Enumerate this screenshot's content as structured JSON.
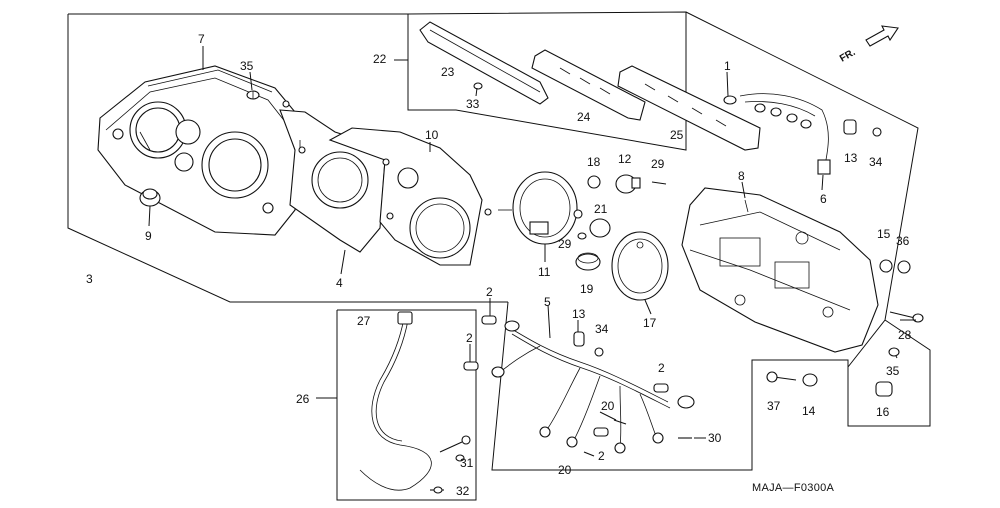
{
  "labels": [
    {
      "id": "p7",
      "text": "7"
    },
    {
      "id": "p35a",
      "text": "35"
    },
    {
      "id": "p9",
      "text": "9"
    },
    {
      "id": "p3",
      "text": "3"
    },
    {
      "id": "p4",
      "text": "4"
    },
    {
      "id": "p10",
      "text": "10"
    },
    {
      "id": "p22",
      "text": "22"
    },
    {
      "id": "p23",
      "text": "23"
    },
    {
      "id": "p33",
      "text": "33"
    },
    {
      "id": "p24",
      "text": "24"
    },
    {
      "id": "p25",
      "text": "25"
    },
    {
      "id": "p1",
      "text": "1"
    },
    {
      "id": "p13a",
      "text": "13"
    },
    {
      "id": "p34a",
      "text": "34"
    },
    {
      "id": "p6",
      "text": "6"
    },
    {
      "id": "p8",
      "text": "8"
    },
    {
      "id": "p18",
      "text": "18"
    },
    {
      "id": "p12",
      "text": "12"
    },
    {
      "id": "p29a",
      "text": "29"
    },
    {
      "id": "p21",
      "text": "21"
    },
    {
      "id": "p29b",
      "text": "29"
    },
    {
      "id": "p11",
      "text": "11"
    },
    {
      "id": "p19",
      "text": "19"
    },
    {
      "id": "p17",
      "text": "17"
    },
    {
      "id": "p15",
      "text": "15"
    },
    {
      "id": "p36",
      "text": "36"
    },
    {
      "id": "p28",
      "text": "28"
    },
    {
      "id": "p35b",
      "text": "35"
    },
    {
      "id": "p16",
      "text": "16"
    },
    {
      "id": "p37",
      "text": "37"
    },
    {
      "id": "p14",
      "text": "14"
    },
    {
      "id": "p27",
      "text": "27"
    },
    {
      "id": "p26",
      "text": "26"
    },
    {
      "id": "p31",
      "text": "31"
    },
    {
      "id": "p32",
      "text": "32"
    },
    {
      "id": "p2a",
      "text": "2"
    },
    {
      "id": "p2b",
      "text": "2"
    },
    {
      "id": "p5",
      "text": "5"
    },
    {
      "id": "p13b",
      "text": "13"
    },
    {
      "id": "p34b",
      "text": "34"
    },
    {
      "id": "p2c",
      "text": "2"
    },
    {
      "id": "p20a",
      "text": "20"
    },
    {
      "id": "p30",
      "text": "30"
    },
    {
      "id": "p2d",
      "text": "2"
    },
    {
      "id": "p20b",
      "text": "20"
    }
  ],
  "direction_marker": "FR.",
  "diagram_code": "MAJA—F0300A"
}
